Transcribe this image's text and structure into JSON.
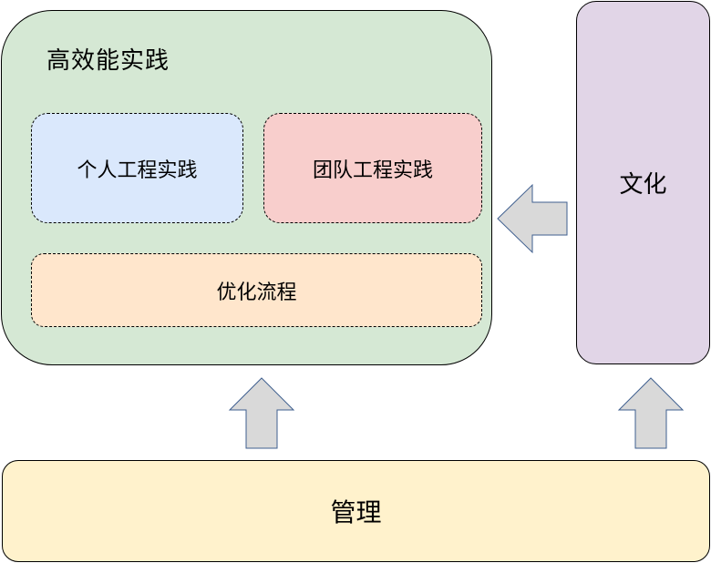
{
  "nodes": {
    "practice": {
      "label": "高效能实践"
    },
    "personal": {
      "label": "个人工程实践"
    },
    "team": {
      "label": "团队工程实践"
    },
    "process": {
      "label": "优化流程"
    },
    "culture": {
      "label": "文化"
    },
    "management": {
      "label": "管理"
    }
  },
  "edges": [
    {
      "from": "culture",
      "to": "practice"
    },
    {
      "from": "management",
      "to": "practice"
    },
    {
      "from": "management",
      "to": "culture"
    }
  ],
  "colors": {
    "practice": "#d5e8d4",
    "personal": "#dae8fc",
    "team": "#f8cecc",
    "process": "#ffe6cc",
    "culture": "#e1d5e7",
    "management": "#fff2cc",
    "arrow_fill": "#d9d9d9",
    "arrow_stroke": "#3f5f8f"
  }
}
